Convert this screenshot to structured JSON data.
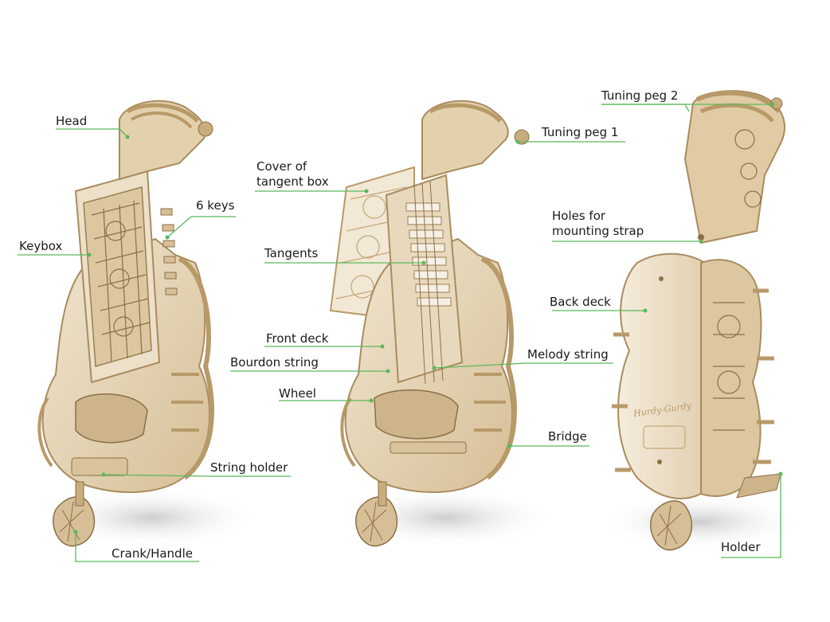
{
  "colors": {
    "leader": "#5bb85b",
    "wood_light": "#eadcc2",
    "wood_mid": "#d9c39c",
    "wood_dark": "#a98b5e",
    "shadow": "#cfcfcf"
  },
  "labels": {
    "head": "Head",
    "keybox": "Keybox",
    "six_keys": "6 keys",
    "string_holder": "String holder",
    "crank_handle": "Crank/Handle",
    "cover_line1": "Cover of",
    "cover_line2": "tangent box",
    "tangents": "Tangents",
    "front_deck": "Front deck",
    "bourdon_string": "Bourdon string",
    "wheel": "Wheel",
    "tuning_peg_1": "Tuning peg 1",
    "melody_string": "Melody string",
    "bridge": "Bridge",
    "tuning_peg_2": "Tuning peg 2",
    "holes_line1": "Holes for",
    "holes_line2": "mounting strap",
    "back_deck": "Back deck",
    "holder": "Holder",
    "engraving": "Hurdy-Gurdy"
  }
}
